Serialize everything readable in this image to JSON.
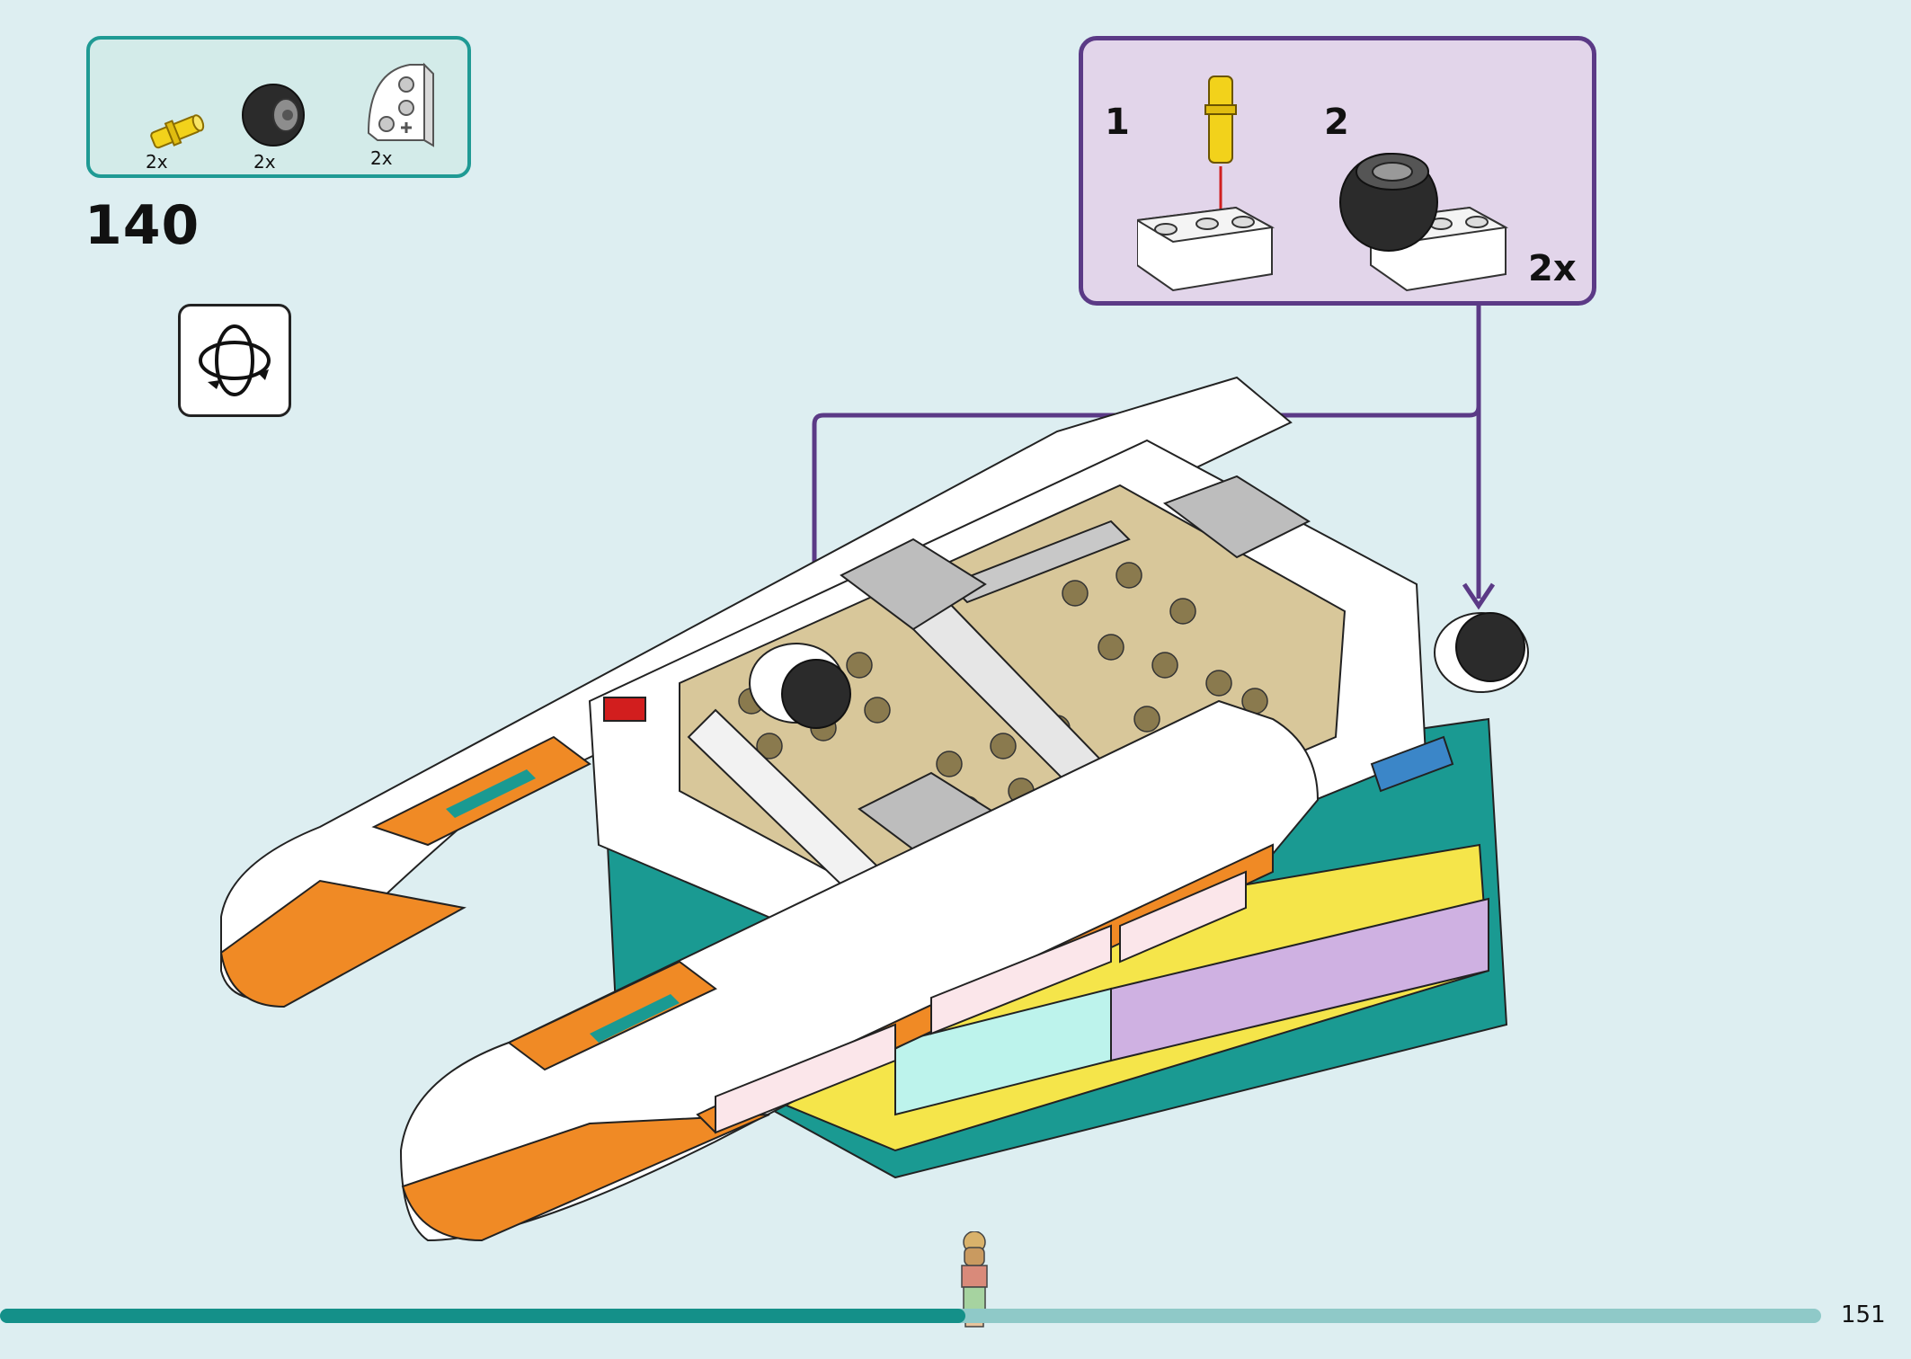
{
  "parts_list": {
    "items": [
      {
        "name": "yellow-pin-connector",
        "quantity": "2x",
        "color": "#f2d21b"
      },
      {
        "name": "black-ball-wheel",
        "quantity": "2x",
        "color": "#2b2b2b"
      },
      {
        "name": "white-curved-beam",
        "quantity": "2x",
        "color": "#ffffff"
      }
    ],
    "border_color": "#1f9a94",
    "background": "#d3ebe9"
  },
  "step": {
    "number": "140"
  },
  "rotate_icon": {
    "name": "rotate-model-icon"
  },
  "callout": {
    "substeps": [
      {
        "number": "1"
      },
      {
        "number": "2"
      }
    ],
    "quantity": "2x",
    "border_color": "#5b3a86",
    "background": "#e2d5ea"
  },
  "progress_bar": {
    "progress": 0.53,
    "filled_color": "#149089",
    "empty_color": "#8fc9c8"
  },
  "page": {
    "number": "151"
  },
  "colors": {
    "page_background": "#ddeef1",
    "hull_orange": "#f08a25",
    "deck_tan": "#d8c79a",
    "teal": "#1a9a92"
  }
}
